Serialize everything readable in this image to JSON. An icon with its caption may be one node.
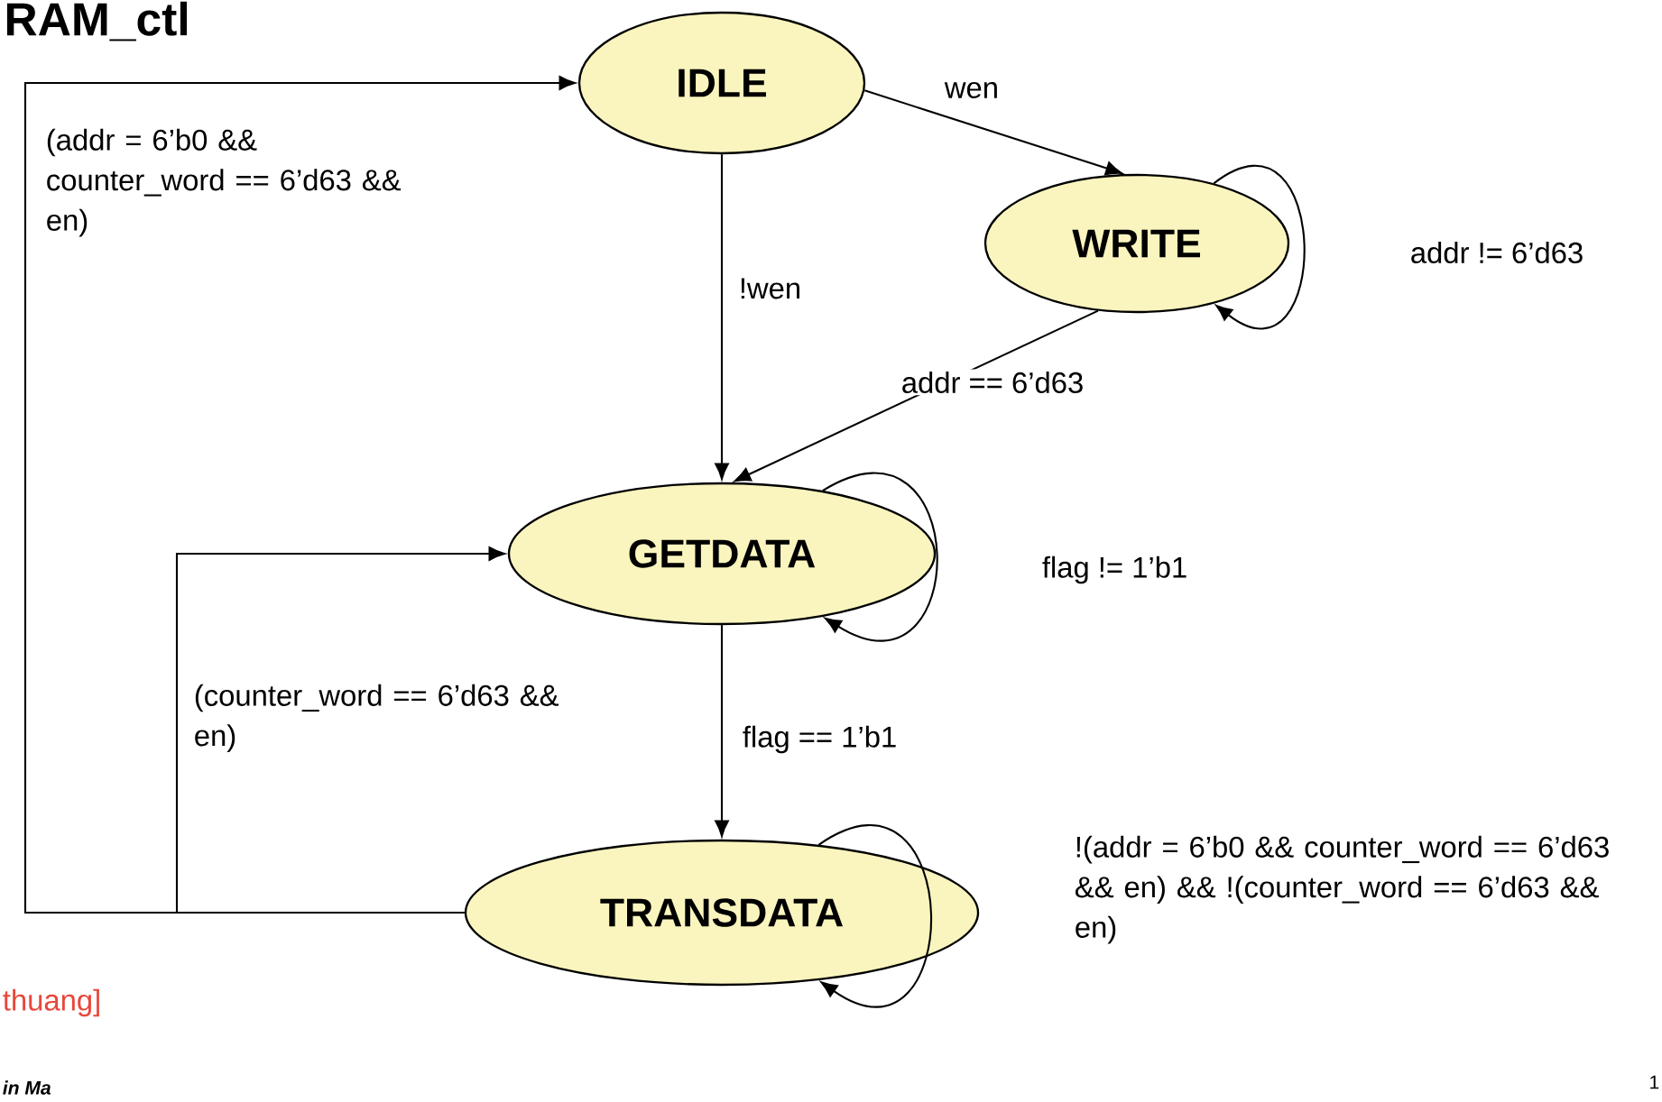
{
  "diagram": {
    "title": "RAM_ctl",
    "nodes": [
      {
        "text": [
          "IDLE"
        ]
      },
      {
        "text": [
          "WRITE"
        ]
      },
      {
        "text": [
          "GETDATA"
        ]
      },
      {
        "text": [
          "TRANSDATA"
        ]
      }
    ],
    "edges": [
      {
        "from": 0,
        "to": 1,
        "arrow": "to",
        "label": "wen"
      },
      {
        "from": 1,
        "to": 1,
        "arrow": "to",
        "label": "addr != 6’d63"
      },
      {
        "from": 0,
        "to": 2,
        "arrow": "to",
        "label": "!wen"
      },
      {
        "from": 1,
        "to": 2,
        "arrow": "to",
        "label": "addr == 6’d63"
      },
      {
        "from": 2,
        "to": 2,
        "arrow": "to",
        "label": "flag != 1’b1"
      },
      {
        "from": 2,
        "to": 3,
        "arrow": "to",
        "label": "flag == 1’b1"
      },
      {
        "from": 3,
        "to": 3,
        "arrow": "to",
        "label": "!(addr = 6’b0 && counter_word == 6’d63 && en) && !(counter_word == 6’d63 && en)"
      },
      {
        "from": 3,
        "to": 0,
        "arrow": "to",
        "label": "(addr = 6’b0 && counter_word == 6’d63 && en)"
      },
      {
        "from": 3,
        "to": 2,
        "arrow": "to",
        "label": "(counter_word == 6’d63 && en)"
      }
    ],
    "labels": [
      "thuang]",
      "in Ma",
      "1"
    ]
  }
}
